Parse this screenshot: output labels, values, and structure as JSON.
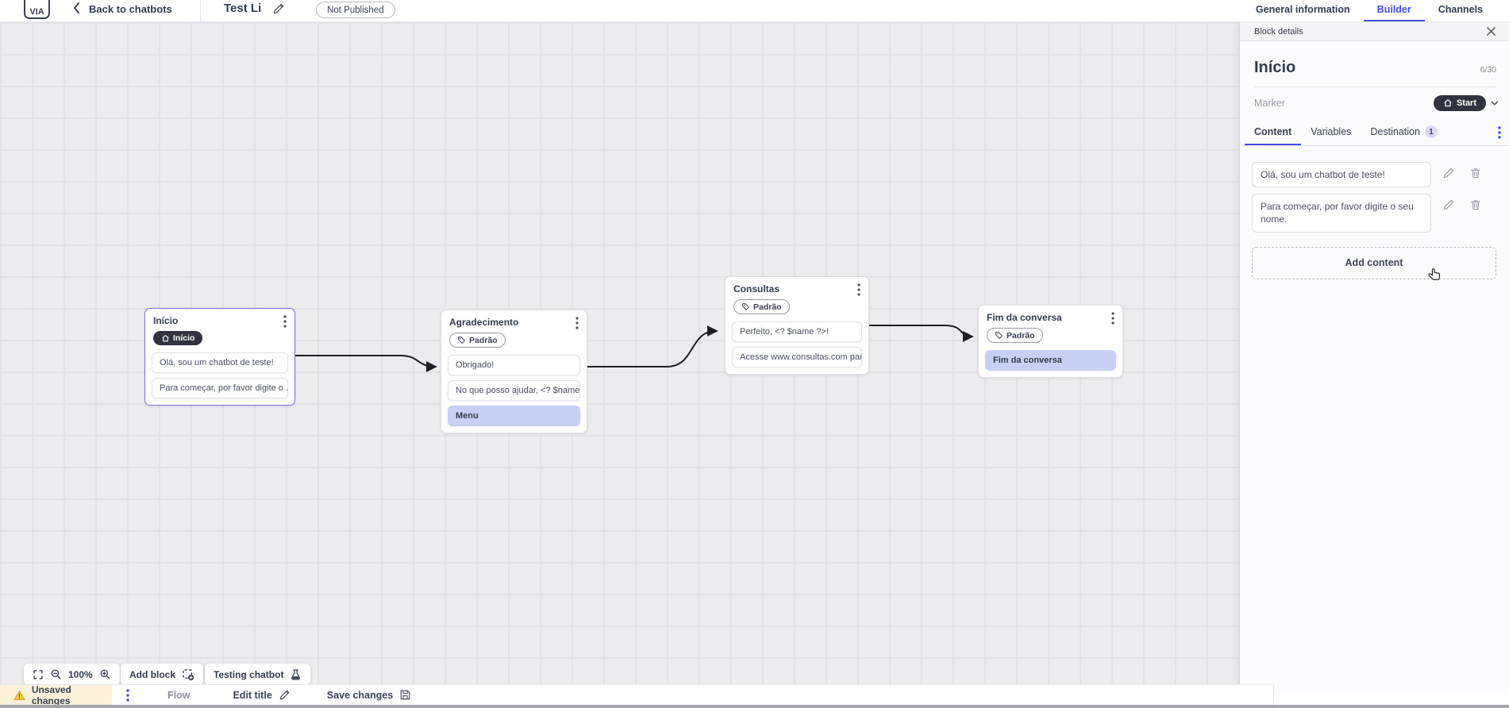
{
  "topbar": {
    "logo_text": "VIA",
    "back_label": "Back to chatbots",
    "bot_title": "Test Li",
    "status_badge": "Not Published",
    "tabs": [
      {
        "label": "General information",
        "active": false
      },
      {
        "label": "Builder",
        "active": true
      },
      {
        "label": "Channels",
        "active": false
      }
    ]
  },
  "panel": {
    "header": "Block details",
    "block_name": "Início",
    "char_count": "6/30",
    "marker_label": "Marker",
    "marker_value": "Start",
    "tabs": [
      {
        "label": "Content",
        "active": true
      },
      {
        "label": "Variables",
        "active": false
      },
      {
        "label": "Destination",
        "active": false,
        "badge": "1"
      }
    ],
    "contents": [
      {
        "text": "Olá, sou um chatbot de teste!"
      },
      {
        "text": "Para começar, por favor digite o seu nome."
      }
    ],
    "add_content_label": "Add content"
  },
  "canvas": {
    "blocks": [
      {
        "title": "Início",
        "badge": "Início",
        "badge_style": "start",
        "selected": true,
        "items": [
          {
            "text": "Olá, sou um chatbot de teste!",
            "highlight": false
          },
          {
            "text": "Para começar, por favor digite o ...",
            "highlight": false
          }
        ]
      },
      {
        "title": "Agradecimento",
        "badge": "Padrão",
        "badge_style": "tag",
        "selected": false,
        "items": [
          {
            "text": "Obrigado!",
            "highlight": false
          },
          {
            "text": "No que posso ajudar, <? $name ...",
            "highlight": false
          },
          {
            "text": "Menu",
            "highlight": true
          }
        ]
      },
      {
        "title": "Consultas",
        "badge": "Padrão",
        "badge_style": "tag",
        "selected": false,
        "items": [
          {
            "text": "Perfeito, <? $name ?>!",
            "highlight": false
          },
          {
            "text": "Acesse www.consultas.com par...",
            "highlight": false
          }
        ]
      },
      {
        "title": "Fim da conversa",
        "badge": "Padrão",
        "badge_style": "tag",
        "selected": false,
        "items": [
          {
            "text": "Fim da conversa",
            "highlight": true
          }
        ]
      }
    ]
  },
  "toolbar": {
    "zoom_level": "100%",
    "add_block_label": "Add block",
    "testing_label": "Testing chatbot"
  },
  "bottombar": {
    "unsaved_label": "Unsaved changes",
    "flow_tab_label": "Flow",
    "edit_title_label": "Edit title",
    "save_label": "Save changes"
  },
  "colors": {
    "accent_blue": "#3f4de2",
    "accent_indigo": "#4549e6",
    "dark_pill": "#32333e",
    "highlight_row": "#c9cef5",
    "selected_border": "#7b6fe4",
    "warning_amber": "#f0b429",
    "canvas_bg": "#ecebee",
    "unsaved_bg": "#fcf2da"
  }
}
